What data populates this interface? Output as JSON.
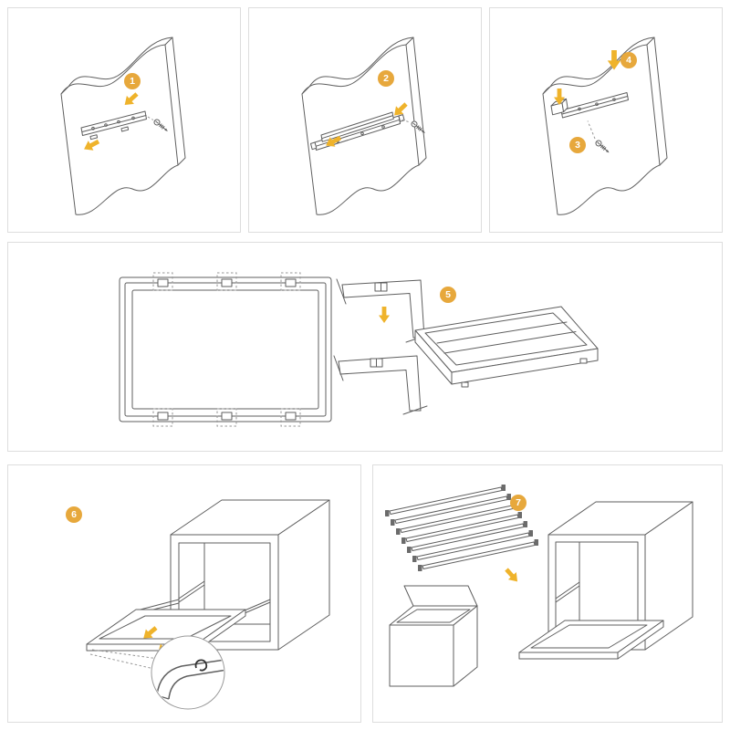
{
  "page": {
    "background": "#ffffff"
  },
  "colors": {
    "accent_badge": "#e7a83c",
    "accent_arrow": "#efb32b",
    "line": "#5f5f5f",
    "panel_border": "#dddddd"
  },
  "steps": [
    {
      "number": "1"
    },
    {
      "number": "2"
    },
    {
      "number": "3"
    },
    {
      "number": "4"
    },
    {
      "number": "5"
    },
    {
      "number": "6"
    },
    {
      "number": "7"
    }
  ]
}
